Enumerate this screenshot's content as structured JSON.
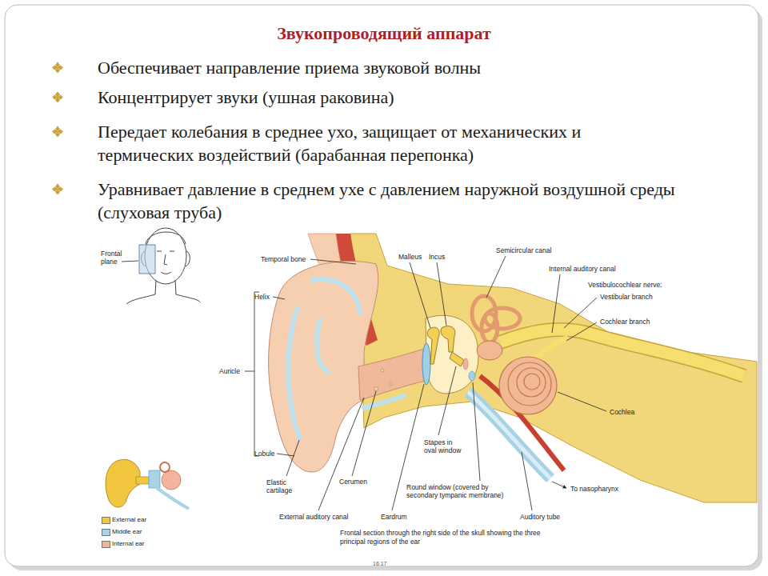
{
  "diagram": {
    "title": "Звукопроводящий аппарат",
    "caption": "Frontal section through the right side of the skull showing the three principal regions of the ear",
    "labels": [
      "Обеспечивает направление приема звуковой волны",
      "Концентрирует звуки (ушная раковина)",
      "Передает колебания в среднее ухо, защищает от механических и термических воздействий (барабанная перепонка)",
      "Уравнивает давление в среднем ухе с давлением наружной воздушной среды (слуховая труба)",
      "Frontal plane",
      "Temporal bone",
      "Malleus",
      "Incus",
      "Semicircular canal",
      "Internal auditory canal",
      "Vestibulocochlear nerve:",
      "Vestibular branch",
      "Cochlear branch",
      "Helix",
      "Auricle",
      "Cochlea",
      "Lobule",
      "Stapes in oval window",
      "Elastic cartilage",
      "Cerumen",
      "Round window (covered by secondary tympanic membrane)",
      "To nasopharynx",
      "External auditory canal",
      "Eardrum",
      "Auditory tube",
      "16.17"
    ],
    "legend": [
      {
        "text": "External ear",
        "color": "#f3c640"
      },
      {
        "text": "Middle ear",
        "color": "#a9d4e6"
      },
      {
        "text": "Internal ear",
        "color": "#f2b49c"
      }
    ]
  }
}
